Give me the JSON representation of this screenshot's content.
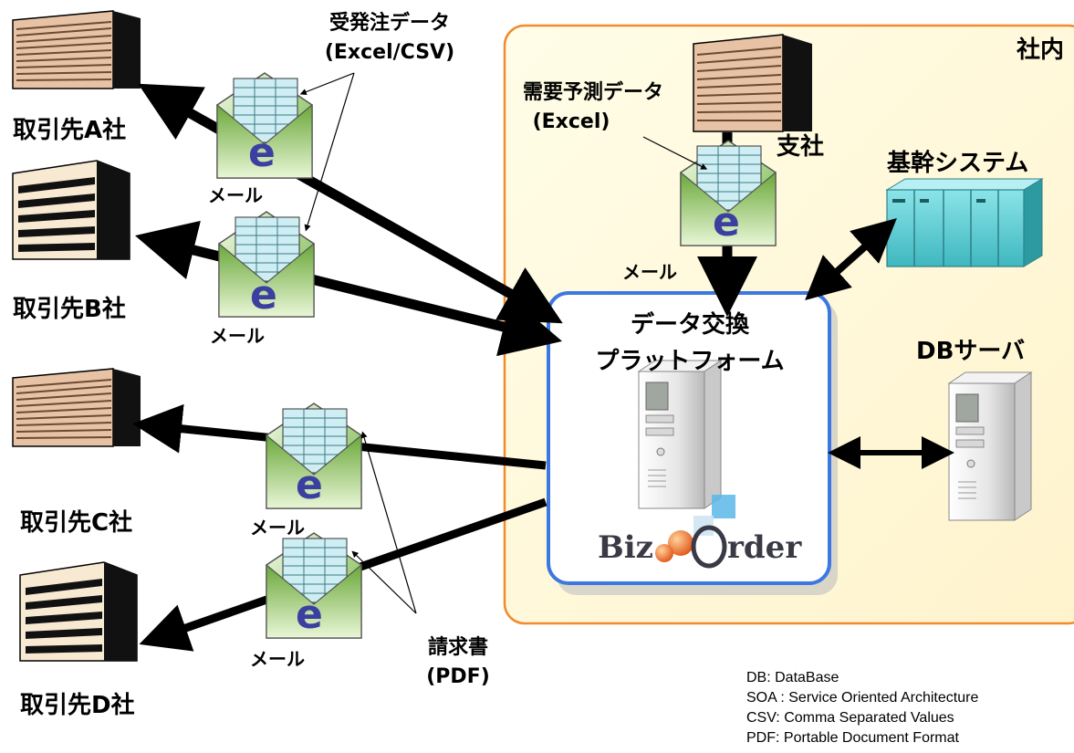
{
  "partners": {
    "a": "取引先A社",
    "b": "取引先B社",
    "c": "取引先C社",
    "d": "取引先D社"
  },
  "labels": {
    "order_data": "受発注データ",
    "order_data_format": "(Excel/CSV)",
    "demand_forecast": "需要予測データ",
    "demand_forecast_format": "(Excel)",
    "branch": "支社",
    "core_system": "基幹システム",
    "internal": "社内",
    "platform_line1": "データ交換",
    "platform_line2": "プラットフォーム",
    "db_server": "DBサーバ",
    "invoice": "請求書",
    "invoice_format": "(PDF)",
    "mail": "メール",
    "mail_letter": "e",
    "bizorder_logo": "BizOrder"
  },
  "legend": [
    "DB: DataBase",
    "SOA : Service Oriented Architecture",
    "CSV: Comma Separated Values",
    "PDF: Portable Document Format"
  ],
  "colors": {
    "internal_border": "#f28a2e",
    "internal_fill": "#fffbe6",
    "platform_border": "#3d77e0",
    "building_a": "#e7c2a4",
    "building_b": "#f8ead2",
    "envelope_green": "#6db33f",
    "mail_sheet": "#cfeef3",
    "mail_letter": "#3b3fa0",
    "core_system": "#5fd3da"
  }
}
